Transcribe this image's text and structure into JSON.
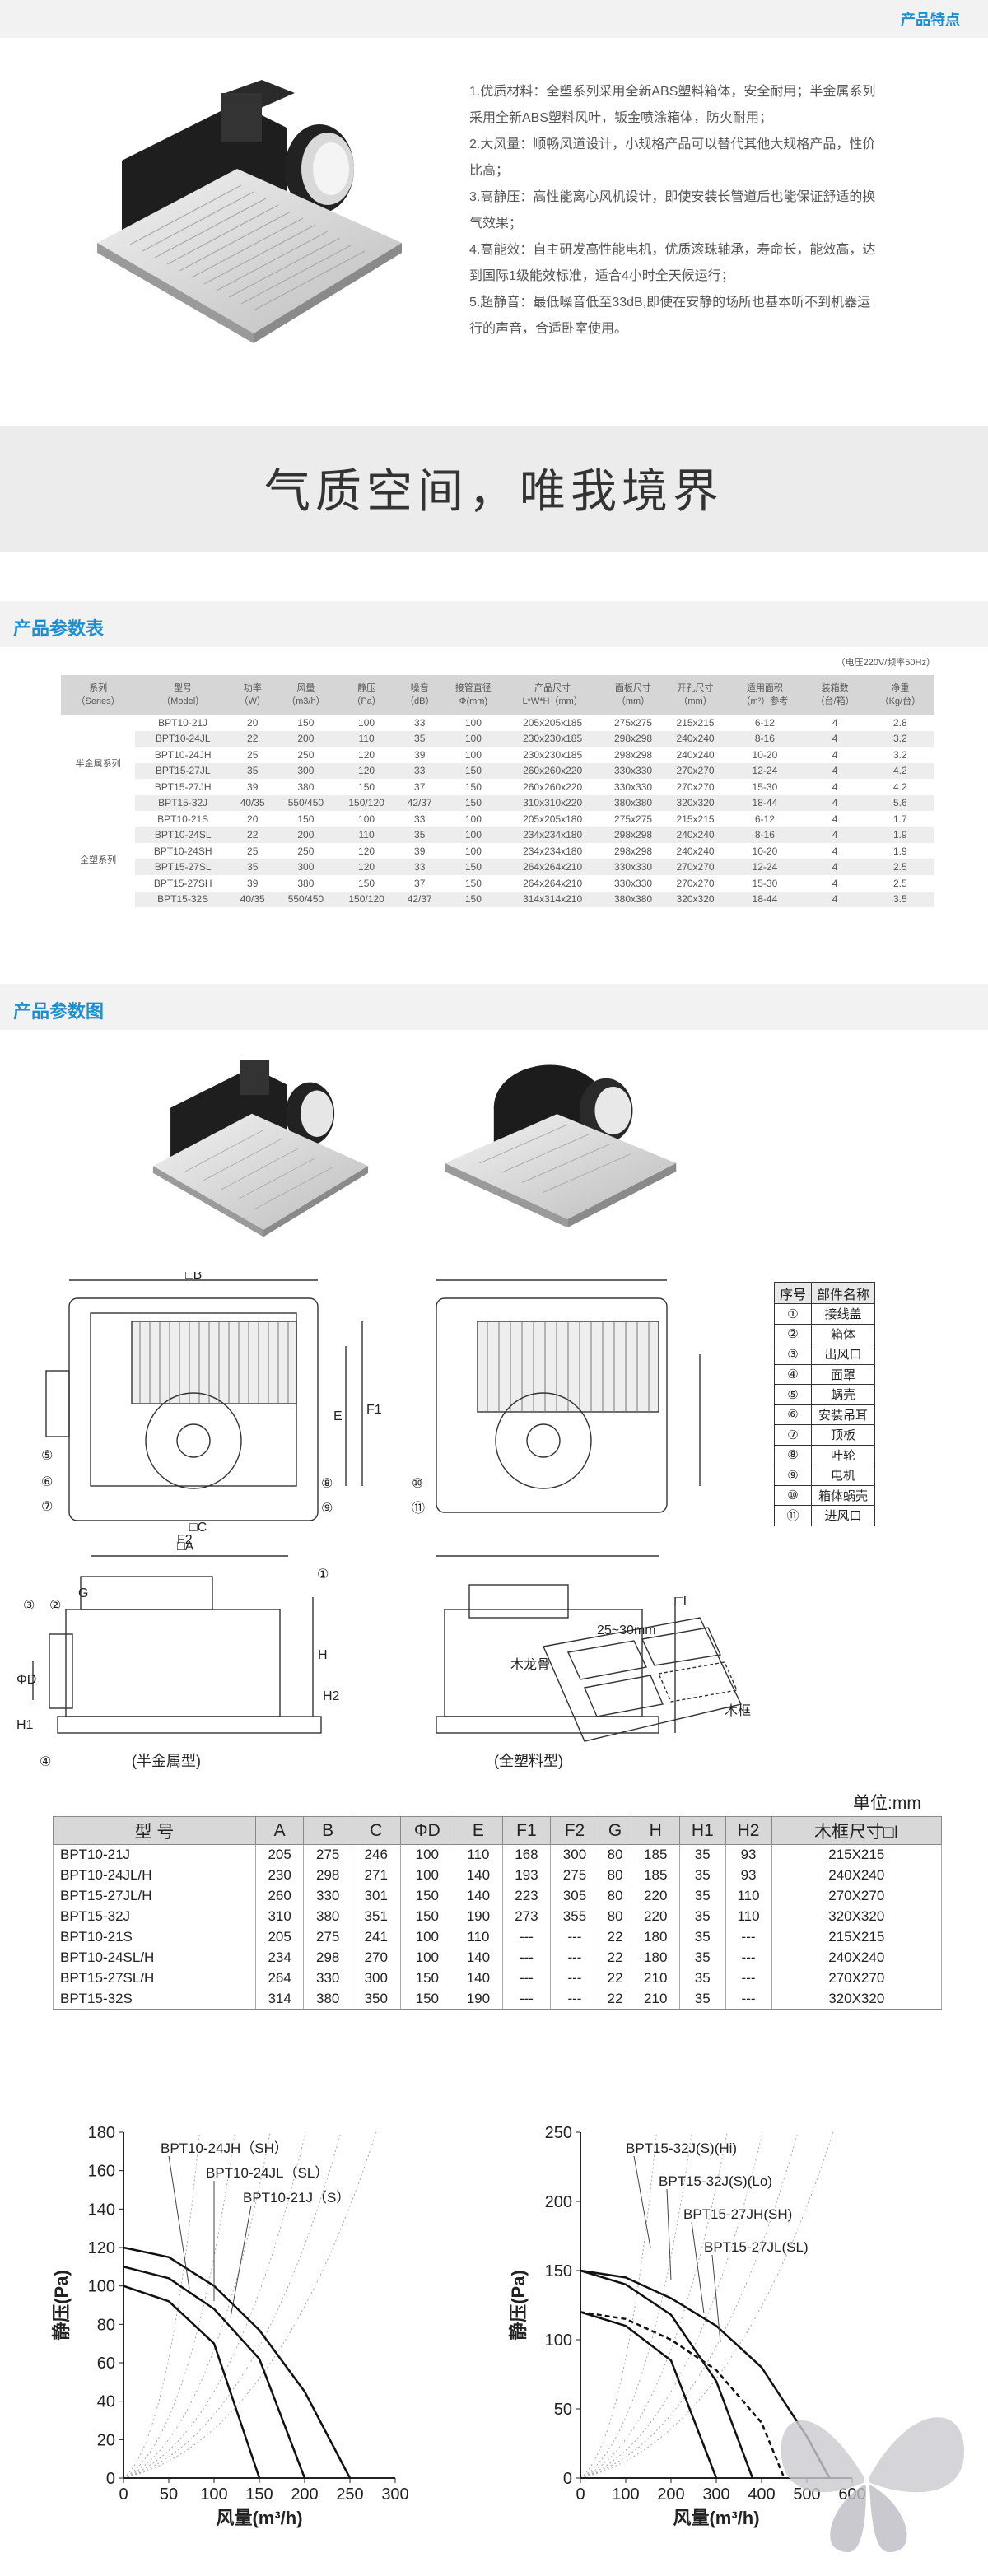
{
  "header": {
    "title": "产品特点"
  },
  "features": [
    "1.优质材料：全塑系列采用全新ABS塑料箱体，安全耐用；半金属系列",
    "采用全新ABS塑料风叶，钣金喷涂箱体，防火耐用；",
    "2.大风量：顺畅风道设计，小规格产品可以替代其他大规格产品，性价",
    "比高；",
    "3.高静压：高性能离心风机设计，即使安装长管道后也能保证舒适的换",
    "气效果；",
    "4.高能效：自主研发高性能电机，优质滚珠轴承，寿命长，能效高，达",
    "到国际1级能效标准，适合4小时全天候运行；",
    "5.超静音：最低噪音低至33dB,即使在安静的场所也基本听不到机器运",
    "行的声音，合适卧室使用。"
  ],
  "slogan": "气质空间，唯我境界",
  "spec_section": {
    "title": "产品参数表",
    "note": "（电压220V/频率50Hz）",
    "headers": [
      [
        "系列",
        "（Series）"
      ],
      [
        "型号",
        "（Model）"
      ],
      [
        "功率",
        "（W）"
      ],
      [
        "风量",
        "（m3/h）"
      ],
      [
        "静压",
        "（Pa）"
      ],
      [
        "噪音",
        "（dB）"
      ],
      [
        "接管直径",
        "Φ(mm)"
      ],
      [
        "产品尺寸",
        "L*W*H（mm）"
      ],
      [
        "面板尺寸",
        "（mm）"
      ],
      [
        "开孔尺寸",
        "（mm）"
      ],
      [
        "适用面积",
        "（m²）参考"
      ],
      [
        "装箱数",
        "（台/箱）"
      ],
      [
        "净重",
        "（Kg/台）"
      ]
    ],
    "groups": [
      "半金属系列",
      "全塑系列"
    ],
    "rows": [
      [
        "BPT10-21J",
        "20",
        "150",
        "100",
        "33",
        "100",
        "205x205x185",
        "275x275",
        "215x215",
        "6-12",
        "4",
        "2.8"
      ],
      [
        "BPT10-24JL",
        "22",
        "200",
        "110",
        "35",
        "100",
        "230x230x185",
        "298x298",
        "240x240",
        "8-16",
        "4",
        "3.2"
      ],
      [
        "BPT10-24JH",
        "25",
        "250",
        "120",
        "39",
        "100",
        "230x230x185",
        "298x298",
        "240x240",
        "10-20",
        "4",
        "3.2"
      ],
      [
        "BPT15-27JL",
        "35",
        "300",
        "120",
        "33",
        "150",
        "260x260x220",
        "330x330",
        "270x270",
        "12-24",
        "4",
        "4.2"
      ],
      [
        "BPT15-27JH",
        "39",
        "380",
        "150",
        "37",
        "150",
        "260x260x220",
        "330x330",
        "270x270",
        "15-30",
        "4",
        "4.2"
      ],
      [
        "BPT15-32J",
        "40/35",
        "550/450",
        "150/120",
        "42/37",
        "150",
        "310x310x220",
        "380x380",
        "320x320",
        "18-44",
        "4",
        "5.6"
      ],
      [
        "BPT10-21S",
        "20",
        "150",
        "100",
        "33",
        "100",
        "205x205x180",
        "275x275",
        "215x215",
        "6-12",
        "4",
        "1.7"
      ],
      [
        "BPT10-24SL",
        "22",
        "200",
        "110",
        "35",
        "100",
        "234x234x180",
        "298x298",
        "240x240",
        "8-16",
        "4",
        "1.9"
      ],
      [
        "BPT10-24SH",
        "25",
        "250",
        "120",
        "39",
        "100",
        "234x234x180",
        "298x298",
        "240x240",
        "10-20",
        "4",
        "1.9"
      ],
      [
        "BPT15-27SL",
        "35",
        "300",
        "120",
        "33",
        "150",
        "264x264x210",
        "330x330",
        "270x270",
        "12-24",
        "4",
        "2.5"
      ],
      [
        "BPT15-27SH",
        "39",
        "380",
        "150",
        "37",
        "150",
        "264x264x210",
        "330x330",
        "270x270",
        "15-30",
        "4",
        "2.5"
      ],
      [
        "BPT15-32S",
        "40/35",
        "550/450",
        "150/120",
        "42/37",
        "150",
        "314x314x210",
        "380x380",
        "320x320",
        "18-44",
        "4",
        "3.5"
      ]
    ]
  },
  "diagram_section": {
    "title": "产品参数图",
    "caption_left": "(半金属型)",
    "caption_right": "(全塑料型)",
    "labels": {
      "B": "□B",
      "A": "□A",
      "C": "□C",
      "E": "E",
      "F1": "F1",
      "F2": "F2",
      "G": "G",
      "H": "H",
      "H1": "H1",
      "H2": "H2",
      "D": "ΦD",
      "I": "□I",
      "gap": "25~30mm",
      "keel": "木龙骨",
      "frame": "木框"
    },
    "circled": [
      "①",
      "②",
      "③",
      "④",
      "⑤",
      "⑥",
      "⑦",
      "⑧",
      "⑨",
      "⑩",
      "⑪"
    ]
  },
  "parts_table": {
    "headers": [
      "序号",
      "部件名称"
    ],
    "rows": [
      [
        "①",
        "接线盖"
      ],
      [
        "②",
        "箱体"
      ],
      [
        "③",
        "出风口"
      ],
      [
        "④",
        "面罩"
      ],
      [
        "⑤",
        "蜗壳"
      ],
      [
        "⑥",
        "安装吊耳"
      ],
      [
        "⑦",
        "顶板"
      ],
      [
        "⑧",
        "叶轮"
      ],
      [
        "⑨",
        "电机"
      ],
      [
        "⑩",
        "箱体蜗壳"
      ],
      [
        "⑪",
        "进风口"
      ]
    ]
  },
  "dims_table": {
    "unit": "单位:mm",
    "headers": [
      "型 号",
      "A",
      "B",
      "C",
      "ΦD",
      "E",
      "F1",
      "F2",
      "G",
      "H",
      "H1",
      "H2",
      "木框尺寸□I"
    ],
    "rows": [
      [
        "BPT10-21J",
        "205",
        "275",
        "246",
        "100",
        "110",
        "168",
        "300",
        "80",
        "185",
        "35",
        "93",
        "215X215"
      ],
      [
        "BPT10-24JL/H",
        "230",
        "298",
        "271",
        "100",
        "140",
        "193",
        "275",
        "80",
        "185",
        "35",
        "93",
        "240X240"
      ],
      [
        "BPT15-27JL/H",
        "260",
        "330",
        "301",
        "150",
        "140",
        "223",
        "305",
        "80",
        "220",
        "35",
        "110",
        "270X270"
      ],
      [
        "BPT15-32J",
        "310",
        "380",
        "351",
        "150",
        "190",
        "273",
        "355",
        "80",
        "220",
        "35",
        "110",
        "320X320"
      ],
      [
        "BPT10-21S",
        "205",
        "275",
        "241",
        "100",
        "110",
        "---",
        "---",
        "22",
        "180",
        "35",
        "---",
        "215X215"
      ],
      [
        "BPT10-24SL/H",
        "234",
        "298",
        "270",
        "100",
        "140",
        "---",
        "---",
        "22",
        "180",
        "35",
        "---",
        "240X240"
      ],
      [
        "BPT15-27SL/H",
        "264",
        "330",
        "300",
        "150",
        "140",
        "---",
        "---",
        "22",
        "210",
        "35",
        "---",
        "270X270"
      ],
      [
        "BPT15-32S",
        "314",
        "380",
        "350",
        "150",
        "190",
        "---",
        "---",
        "22",
        "210",
        "35",
        "---",
        "320X320"
      ]
    ]
  },
  "chart_data": [
    {
      "type": "line",
      "xlabel": "风量(m³/h)",
      "ylabel": "静压(Pa)",
      "xlim": [
        0,
        300
      ],
      "ylim": [
        0,
        180
      ],
      "xticks": [
        0,
        50,
        100,
        150,
        200,
        250,
        300
      ],
      "yticks": [
        0,
        20,
        40,
        60,
        80,
        100,
        120,
        140,
        160,
        180
      ],
      "series": [
        {
          "name": "BPT10-24JH（SH）",
          "x": [
            0,
            50,
            100,
            150,
            200,
            250
          ],
          "y": [
            120,
            115,
            100,
            77,
            45,
            0
          ]
        },
        {
          "name": "BPT10-24JL（SL）",
          "x": [
            0,
            50,
            100,
            150,
            200
          ],
          "y": [
            110,
            104,
            88,
            62,
            0
          ]
        },
        {
          "name": "BPT10-21J（S）",
          "x": [
            0,
            50,
            100,
            150
          ],
          "y": [
            100,
            92,
            70,
            0
          ]
        }
      ]
    },
    {
      "type": "line",
      "xlabel": "风量(m³/h)",
      "ylabel": "静压(Pa)",
      "xlim": [
        0,
        600
      ],
      "ylim": [
        0,
        250
      ],
      "xticks": [
        0,
        100,
        200,
        300,
        400,
        500,
        600
      ],
      "yticks": [
        0,
        50,
        100,
        150,
        200,
        250
      ],
      "series": [
        {
          "name": "BPT15-32J(S)(Hi)",
          "x": [
            0,
            100,
            200,
            300,
            400,
            500,
            550
          ],
          "y": [
            150,
            145,
            130,
            110,
            80,
            30,
            0
          ]
        },
        {
          "name": "BPT15-32J(S)(Lo)",
          "x": [
            0,
            100,
            200,
            300,
            400,
            450
          ],
          "y": [
            120,
            115,
            100,
            78,
            40,
            0
          ]
        },
        {
          "name": "BPT15-27JH(SH)",
          "x": [
            0,
            100,
            200,
            300,
            380
          ],
          "y": [
            150,
            140,
            118,
            70,
            0
          ]
        },
        {
          "name": "BPT15-27JL(SL)",
          "x": [
            0,
            100,
            200,
            300
          ],
          "y": [
            120,
            110,
            85,
            0
          ]
        }
      ]
    }
  ]
}
